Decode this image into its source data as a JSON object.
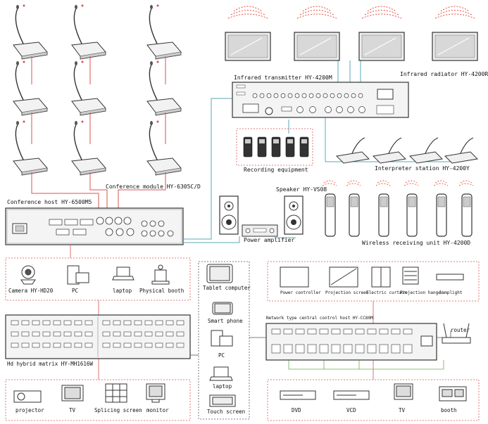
{
  "labels": {
    "conference_module": "Conference module HY-6305C/D",
    "conference_host": "Conference host HY-6500M5",
    "infrared_transmitter": "Infrared transmitter HY-4200M",
    "infrared_radiator": "Infrared radiator HY-4200R",
    "recording_equipment": "Recording equipment",
    "interpreter_station": "Interpreter station HY-4200Y",
    "speaker": "Speaker HY-VS08",
    "power_amplifier": "Power amplifier",
    "wireless_receiving_unit": "Wireless receiving unit HY-4200D",
    "camera": "Camera HY-HD20",
    "pc": "PC",
    "laptop": "laptop",
    "physical_booth": "Physical booth",
    "hd_matrix": "Hd hybrid matrix HY-MH1616W",
    "projector": "projector",
    "tv": "TV",
    "splicing_screen": "Splicing screen",
    "monitor": "monitor",
    "tablet": "Tablet computer",
    "smart_phone": "Smart phone",
    "pc2": "PC",
    "laptop2": "laptop",
    "touch_screen": "Touch screen",
    "power_controller": "Power controller",
    "projection_screen": "Projection screen",
    "electric_curtain": "Electric curtain",
    "projection_hanger": "Projection hanger",
    "lamplight": "lamplight",
    "central_control_host": "Network type central control host HY-CC80M",
    "router": "router",
    "dvd": "DVD",
    "vcd": "VCD",
    "tv2": "TV",
    "booth": "booth"
  },
  "colors": {
    "line_red": "#d9534f",
    "line_teal": "#5aa9b8",
    "line_green": "#6ab04c",
    "line_gray": "#555555",
    "dash_box": "#d9534f",
    "wave": "#e74c3c"
  }
}
